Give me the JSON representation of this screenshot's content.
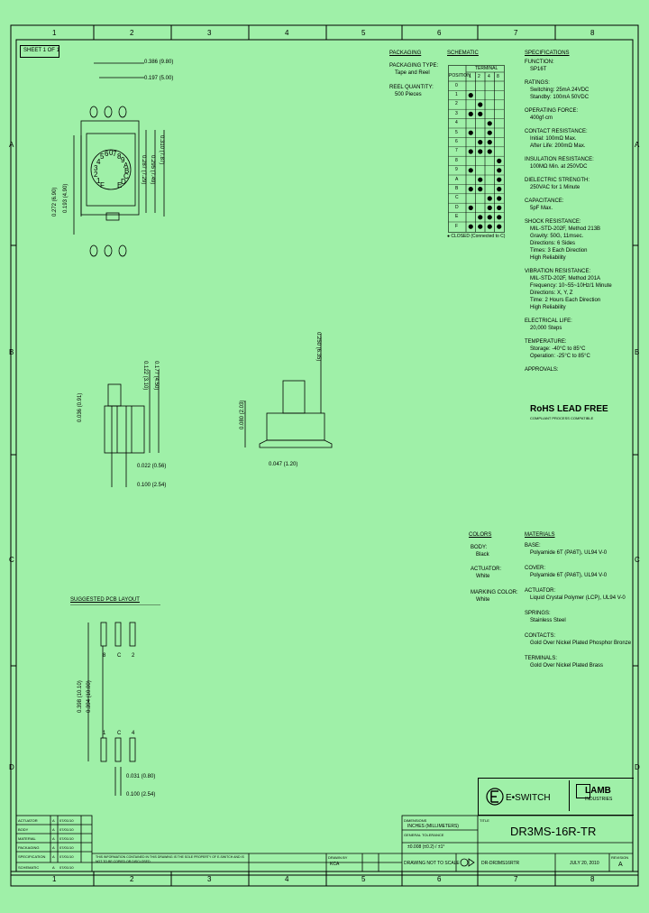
{
  "frame": {
    "col_labels": [
      "1",
      "2",
      "3",
      "4",
      "5",
      "6",
      "7",
      "8"
    ],
    "row_labels": [
      "A",
      "B",
      "C",
      "D"
    ],
    "sheet": "SHEET 1 OF 1"
  },
  "top_view": {
    "dims": [
      "0.386 (9.80)",
      "0.197 (5.00)",
      "0.272 (6.90)",
      "0.193 (4.90)",
      "0.287 (7.29)",
      "0.295 (7.49)",
      "0.310 (7.87)"
    ],
    "dial_chars": [
      "0",
      "1",
      "2",
      "3",
      "4",
      "5",
      "6",
      "7",
      "8",
      "9",
      "A",
      "B",
      "C",
      "D",
      "E",
      "F"
    ]
  },
  "side_view": {
    "dims": [
      "0.036 (0.91)",
      "0.122 (3.10)",
      "0.177 (4.50)",
      "0.022 (0.56)",
      "0.100 (2.54)"
    ]
  },
  "end_view": {
    "dims": [
      "0.250 (6.35)",
      "0.080 (2.03)",
      "0.047 (1.20)"
    ]
  },
  "packaging": {
    "title": "PACKAGING",
    "lines": [
      "PACKAGING TYPE:",
      "Tape and Reel",
      "REEL QUANTITY:",
      "500 Pieces"
    ]
  },
  "schematic": {
    "title": "SCHEMATIC",
    "terminal_label": "TERMINAL",
    "position_label": "POSITION",
    "terminals": [
      "1",
      "2",
      "4",
      "8"
    ],
    "rows": [
      {
        "pos": "0",
        "dots": [
          0,
          0,
          0,
          0
        ]
      },
      {
        "pos": "1",
        "dots": [
          1,
          0,
          0,
          0
        ]
      },
      {
        "pos": "2",
        "dots": [
          0,
          1,
          0,
          0
        ]
      },
      {
        "pos": "3",
        "dots": [
          1,
          1,
          0,
          0
        ]
      },
      {
        "pos": "4",
        "dots": [
          0,
          0,
          1,
          0
        ]
      },
      {
        "pos": "5",
        "dots": [
          1,
          0,
          1,
          0
        ]
      },
      {
        "pos": "6",
        "dots": [
          0,
          1,
          1,
          0
        ]
      },
      {
        "pos": "7",
        "dots": [
          1,
          1,
          1,
          0
        ]
      },
      {
        "pos": "8",
        "dots": [
          0,
          0,
          0,
          1
        ]
      },
      {
        "pos": "9",
        "dots": [
          1,
          0,
          0,
          1
        ]
      },
      {
        "pos": "A",
        "dots": [
          0,
          1,
          0,
          1
        ]
      },
      {
        "pos": "B",
        "dots": [
          1,
          1,
          0,
          1
        ]
      },
      {
        "pos": "C",
        "dots": [
          0,
          0,
          1,
          1
        ]
      },
      {
        "pos": "D",
        "dots": [
          1,
          0,
          1,
          1
        ]
      },
      {
        "pos": "E",
        "dots": [
          0,
          1,
          1,
          1
        ]
      },
      {
        "pos": "F",
        "dots": [
          1,
          1,
          1,
          1
        ]
      }
    ],
    "note": "● CLOSED (Connected to C)"
  },
  "specifications": {
    "title": "SPECIFICATIONS",
    "sections": [
      {
        "h": "FUNCTION:",
        "lines": [
          "SP16T"
        ]
      },
      {
        "h": "RATINGS:",
        "lines": [
          "Switching: 25mA 24VDC",
          "Standby: 100mA 50VDC"
        ]
      },
      {
        "h": "OPERATING FORCE:",
        "lines": [
          "400gf·cm"
        ]
      },
      {
        "h": "CONTACT RESISTANCE:",
        "lines": [
          "Initial: 100mΩ Max.",
          "After Life: 200mΩ Max."
        ]
      },
      {
        "h": "INSULATION RESISTANCE:",
        "lines": [
          "100MΩ Min. at 250VDC"
        ]
      },
      {
        "h": "DIELECTRIC STRENGTH:",
        "lines": [
          "250VAC for 1 Minute"
        ]
      },
      {
        "h": "CAPACITANCE:",
        "lines": [
          "5pF Max."
        ]
      },
      {
        "h": "SHOCK RESISTANCE:",
        "lines": [
          "MIL-STD-202F, Method 213B",
          "Gravity: 50G, 11msec.",
          "Directions: 6 Sides",
          "Times: 3 Each Direction",
          "High Reliability"
        ]
      },
      {
        "h": "VIBRATION RESISTANCE:",
        "lines": [
          "MIL-STD-202F, Method 201A",
          "Frequency: 10~55~10Hz/1 Minute",
          "Directions: X, Y, Z",
          "Time: 2 Hours Each Direction",
          "High Reliability"
        ]
      },
      {
        "h": "ELECTRICAL LIFE:",
        "lines": [
          "20,000 Steps"
        ]
      },
      {
        "h": "TEMPERATURE:",
        "lines": [
          "Storage: -40°C to 85°C",
          "Operation: -25°C to 85°C"
        ]
      },
      {
        "h": "APPROVALS:",
        "lines": []
      }
    ],
    "rohs": "RoHS  LEAD FREE",
    "rohs_sub": "COMPLIANT  PROCESS COMPATIBLE"
  },
  "colors": {
    "title": "COLORS",
    "lines": [
      "BODY:",
      "Black",
      "ACTUATOR:",
      "White",
      "MARKING COLOR:",
      "White"
    ]
  },
  "materials": {
    "title": "MATERIALS",
    "sections": [
      {
        "h": "BASE:",
        "lines": [
          "Polyamide 6T (PA6T), UL94 V-0"
        ]
      },
      {
        "h": "COVER:",
        "lines": [
          "Polyamide 6T (PA6T), UL94 V-0"
        ]
      },
      {
        "h": "ACTUATOR:",
        "lines": [
          "Liquid Crystal Polymer (LCP), UL94 V-0"
        ]
      },
      {
        "h": "SPRINGS:",
        "lines": [
          "Stainless Steel"
        ]
      },
      {
        "h": "CONTACTS:",
        "lines": [
          "Gold Over Nickel Plated Phosphor Bronze"
        ]
      },
      {
        "h": "TERMINALS:",
        "lines": [
          "Gold Over Nickel Plated Brass"
        ]
      }
    ]
  },
  "pcb": {
    "title": "SUGGESTED PCB LAYOUT",
    "top_labels": [
      "8",
      "C",
      "2"
    ],
    "bottom_labels": [
      "1",
      "C",
      "4"
    ],
    "dims": [
      "0.398 (10.10)",
      "0.394 (10.00)",
      "0.031 (0.80)",
      "0.100 (2.54)"
    ]
  },
  "logo": {
    "brand": "E•SWITCH",
    "lamb": "LAMB",
    "lamb_sub": "INDUSTRIES"
  },
  "title_block": {
    "row_labels": [
      "ACTUATOR",
      "BODY",
      "MATERIAL",
      "PACKAGING",
      "SPECIFICATION",
      "SCHEMATIC"
    ],
    "rev_col": [
      "A",
      "A",
      "A",
      "A",
      "A",
      "A"
    ],
    "date_col": [
      "07/01/10",
      "07/01/10",
      "07/01/10",
      "07/01/10",
      "07/01/10",
      "07/01/10"
    ],
    "note": "THIS INFORMATION CONTAINED IN THIS DRAWING IS THE SOLE PROPERTY OF E-SWITCH AND IS NOT TO BE COPIED OR DISCLOSED.",
    "dimensions_label": "DIMENSIONS",
    "dimensions_value": "INCHES (MILLIMETERS)",
    "tolerance_label": "GENERAL TOLERANCE",
    "tolerance_value": "±0.008 (±0.2) / ±1°",
    "scale_value": "DRAWING NOT TO SCALE",
    "title_label": "TITLE",
    "title": "DR3MS-16R-TR",
    "drawing_no": "DR-DR3MS16RTR",
    "date": "JULY 20, 2010",
    "rev_label": "REVISION",
    "rev": "A",
    "drawn_label": "DRAWN BY",
    "drawn": "KCA"
  }
}
